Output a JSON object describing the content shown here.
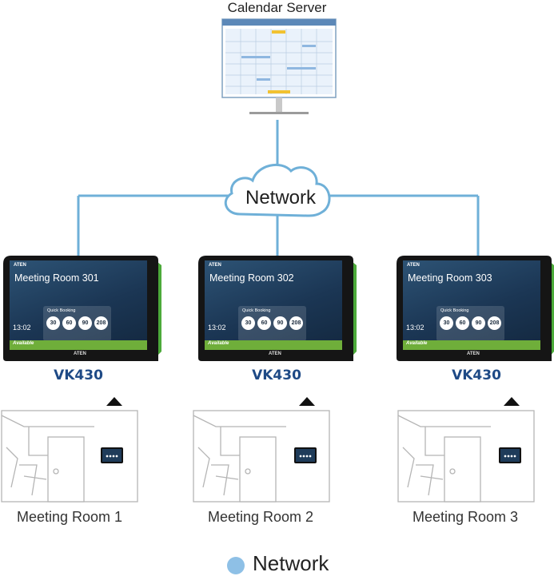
{
  "server": {
    "label": "Calendar Server"
  },
  "network": {
    "label": "Network"
  },
  "tablet_ui": {
    "brand": "ATEN",
    "quick_booking_label": "Quick Booking",
    "time": "13:02",
    "status": "Available",
    "durations": [
      "30",
      "60",
      "90",
      "208"
    ]
  },
  "devices": [
    {
      "room_title": "Meeting Room 301",
      "model": "VK430",
      "room_label": "Meeting Room 1"
    },
    {
      "room_title": "Meeting Room 302",
      "model": "VK430",
      "room_label": "Meeting Room 2"
    },
    {
      "room_title": "Meeting Room 303",
      "model": "VK430",
      "room_label": "Meeting Room 3"
    }
  ],
  "legend": {
    "label": "Network",
    "color": "#8ec0e6"
  },
  "colors": {
    "network_line": "#6fb0d8",
    "product_text": "#1e4a86",
    "tablet_accent": "#6fae3a"
  }
}
